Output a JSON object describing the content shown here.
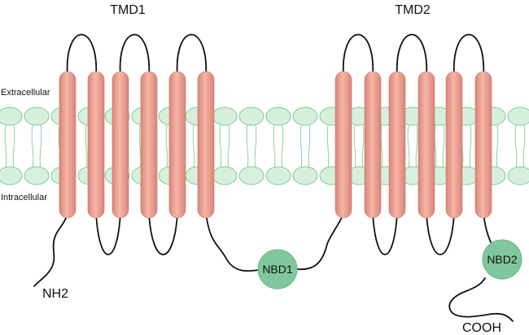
{
  "labels": {
    "tmd1": "TMD1",
    "tmd2": "TMD2",
    "extracellular": "Extracellular",
    "intracellular": "Intracellular",
    "nbd1": "NBD1",
    "nbd2": "NBD2",
    "nh2": "NH2",
    "cooh": "COOH"
  },
  "colors": {
    "helix": "#f2a898",
    "helix_dark": "#d9867a",
    "lipid_head": "#d7f0dd",
    "lipid_stroke": "#7fcb95",
    "nbd": "#7fc79c",
    "loop": "#111111"
  },
  "transmembrane_helices": {
    "tmd1": 6,
    "tmd2": 6
  }
}
